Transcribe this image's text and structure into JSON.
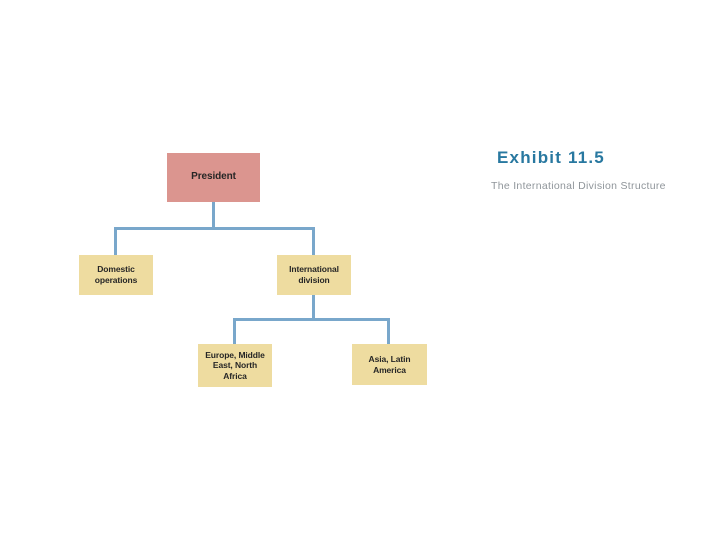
{
  "exhibit": {
    "title": "Exhibit 11.5",
    "subtitle": "The International Division Structure"
  },
  "org_chart": {
    "nodes": {
      "president": {
        "label": "President"
      },
      "domestic": {
        "label": "Domestic\noperations"
      },
      "international": {
        "label": "International\ndivision"
      },
      "europe": {
        "label": "Europe, Middle\nEast, North\nAfrica"
      },
      "asia": {
        "label": "Asia, Latin\nAmerica"
      }
    },
    "edges": [
      {
        "from": "president",
        "to": "domestic"
      },
      {
        "from": "president",
        "to": "international"
      },
      {
        "from": "international",
        "to": "europe"
      },
      {
        "from": "international",
        "to": "asia"
      }
    ]
  },
  "colors": {
    "president_fill": "#db958f",
    "division_fill": "#eedca0",
    "connector": "#79a7cb",
    "title_text": "#2878a0",
    "subtitle_text": "#8f959a",
    "node_text": "#262626",
    "background": "#ffffff"
  }
}
